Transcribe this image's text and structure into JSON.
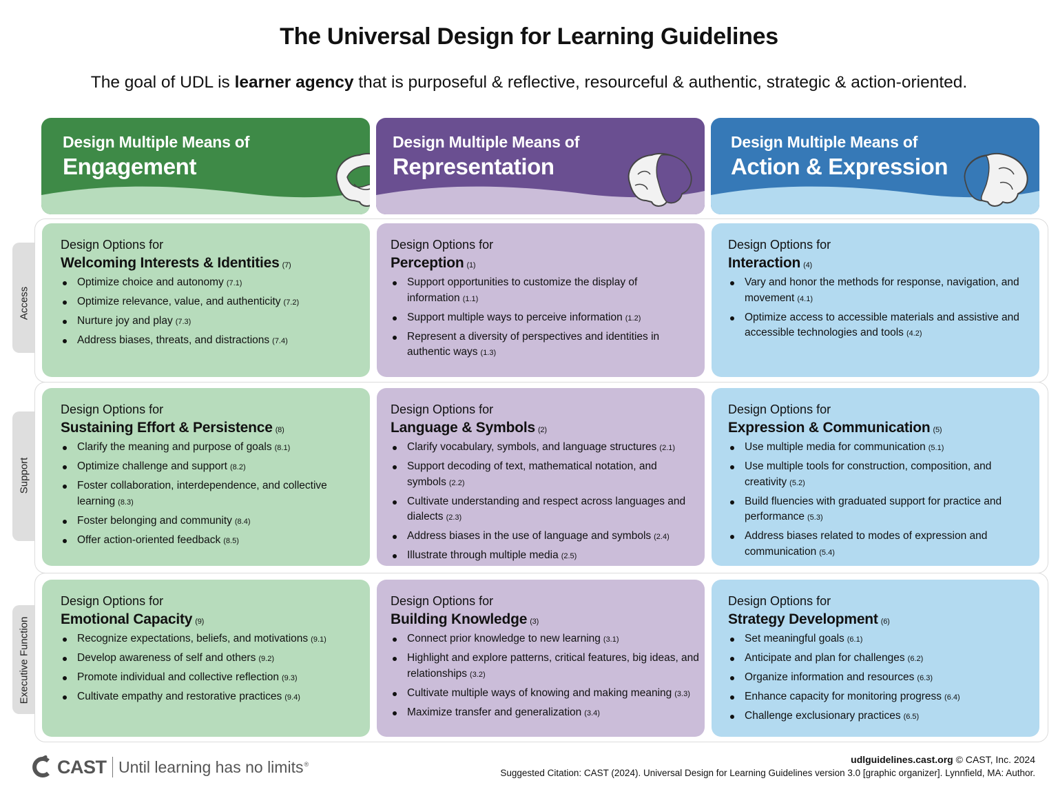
{
  "title": "The Universal Design for Learning Guidelines",
  "subtitle": {
    "prefix": "The goal of UDL is ",
    "bold": "learner agency",
    "suffix": " that is purposeful & reflective, resourceful & authentic, strategic & action-oriented."
  },
  "colors": {
    "engagement": "#3e8a47",
    "engagement_light": "#b7dcbc",
    "representation": "#6a4f91",
    "representation_light": "#cbbdd9",
    "action": "#3679b7",
    "action_light": "#b3daf0"
  },
  "columns": [
    {
      "small": "Design Multiple Means of",
      "big": "Engagement",
      "icon": "brain-icon"
    },
    {
      "small": "Design Multiple Means of",
      "big": "Representation",
      "icon": "brain-icon"
    },
    {
      "small": "Design Multiple Means of",
      "big": "Action & Expression",
      "icon": "brain-icon"
    }
  ],
  "rows": [
    {
      "label": "Access"
    },
    {
      "label": "Support"
    },
    {
      "label": "Executive Function"
    }
  ],
  "cells": {
    "access": {
      "engagement": {
        "prefix": "Design Options for",
        "name": "Welcoming Interests & Identities",
        "num": "(7)",
        "items": [
          {
            "text": "Optimize choice and autonomy",
            "code": "(7.1)"
          },
          {
            "text": "Optimize relevance, value, and authenticity",
            "code": "(7.2)"
          },
          {
            "text": "Nurture joy and play",
            "code": "(7.3)"
          },
          {
            "text": "Address biases, threats, and distractions",
            "code": "(7.4)"
          }
        ]
      },
      "representation": {
        "prefix": "Design Options for",
        "name": "Perception",
        "num": "(1)",
        "items": [
          {
            "text": "Support opportunities to customize the display of information",
            "code": "(1.1)"
          },
          {
            "text": "Support multiple ways to perceive information",
            "code": "(1.2)"
          },
          {
            "text": "Represent a diversity of perspectives and identities in authentic ways",
            "code": "(1.3)"
          }
        ]
      },
      "action": {
        "prefix": "Design Options for",
        "name": "Interaction",
        "num": "(4)",
        "items": [
          {
            "text": "Vary and honor the methods for response, navigation, and movement",
            "code": "(4.1)"
          },
          {
            "text": "Optimize access to accessible materials and assistive and accessible technologies and tools",
            "code": "(4.2)"
          }
        ]
      }
    },
    "support": {
      "engagement": {
        "prefix": "Design Options for",
        "name": "Sustaining Effort & Persistence",
        "num": "(8)",
        "items": [
          {
            "text": "Clarify the meaning and purpose of goals",
            "code": "(8.1)"
          },
          {
            "text": "Optimize challenge and support",
            "code": "(8.2)"
          },
          {
            "text": "Foster collaboration, interdependence, and collective learning",
            "code": "(8.3)"
          },
          {
            "text": "Foster belonging and community",
            "code": "(8.4)"
          },
          {
            "text": "Offer action-oriented feedback",
            "code": "(8.5)"
          }
        ]
      },
      "representation": {
        "prefix": "Design Options for",
        "name": "Language & Symbols",
        "num": "(2)",
        "items": [
          {
            "text": "Clarify vocabulary, symbols, and language structures",
            "code": "(2.1)"
          },
          {
            "text": "Support decoding of text, mathematical notation, and symbols",
            "code": "(2.2)"
          },
          {
            "text": "Cultivate understanding and respect across languages and dialects",
            "code": "(2.3)"
          },
          {
            "text": "Address biases in the use of language and symbols",
            "code": "(2.4)"
          },
          {
            "text": "Illustrate through multiple media",
            "code": "(2.5)"
          }
        ]
      },
      "action": {
        "prefix": "Design Options for",
        "name": "Expression & Communication",
        "num": "(5)",
        "items": [
          {
            "text": "Use multiple media for communication",
            "code": "(5.1)"
          },
          {
            "text": "Use multiple tools for construction, composition, and creativity",
            "code": "(5.2)"
          },
          {
            "text": "Build fluencies with graduated support for practice and performance",
            "code": "(5.3)"
          },
          {
            "text": "Address biases related to modes of expression and communication",
            "code": "(5.4)"
          }
        ]
      }
    },
    "executive": {
      "engagement": {
        "prefix": "Design Options for",
        "name": "Emotional Capacity",
        "num": "(9)",
        "items": [
          {
            "text": "Recognize expectations, beliefs, and motivations",
            "code": "(9.1)"
          },
          {
            "text": "Develop awareness of self and others",
            "code": "(9.2)"
          },
          {
            "text": "Promote individual and collective reflection",
            "code": "(9.3)"
          },
          {
            "text": "Cultivate empathy and restorative practices",
            "code": "(9.4)"
          }
        ]
      },
      "representation": {
        "prefix": "Design Options for",
        "name": "Building Knowledge",
        "num": "(3)",
        "items": [
          {
            "text": "Connect prior knowledge to new learning",
            "code": "(3.1)"
          },
          {
            "text": "Highlight and explore patterns, critical features, big ideas, and relationships",
            "code": "(3.2)"
          },
          {
            "text": "Cultivate multiple ways of knowing and making meaning",
            "code": "(3.3)"
          },
          {
            "text": "Maximize transfer and generalization",
            "code": "(3.4)"
          }
        ]
      },
      "action": {
        "prefix": "Design Options for",
        "name": "Strategy Development",
        "num": "(6)",
        "items": [
          {
            "text": "Set meaningful goals",
            "code": "(6.1)"
          },
          {
            "text": "Anticipate and plan for challenges",
            "code": "(6.2)"
          },
          {
            "text": "Organize information and resources",
            "code": "(6.3)"
          },
          {
            "text": "Enhance capacity for monitoring progress",
            "code": "(6.4)"
          },
          {
            "text": "Challenge exclusionary practices",
            "code": "(6.5)"
          }
        ]
      }
    }
  },
  "footer": {
    "logo_text": "CAST",
    "tagline": "Until learning has no limits",
    "registered": "®",
    "site": "udlguidelines.cast.org",
    "copyright": " © CAST, Inc. 2024",
    "citation": "Suggested Citation: CAST (2024). Universal Design for Learning Guidelines version 3.0 [graphic organizer]. Lynnfield, MA: Author."
  }
}
